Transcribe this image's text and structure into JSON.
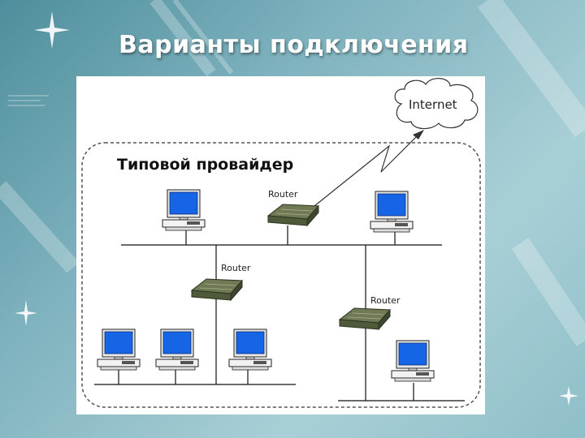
{
  "slide": {
    "title": "Варианты подключения"
  },
  "diagram": {
    "provider_label": "Типовой провайдер",
    "internet_label": "Internet",
    "routers": [
      {
        "label": "Router"
      },
      {
        "label": "Router"
      },
      {
        "label": "Router"
      }
    ],
    "colors": {
      "screen": "#1565e6",
      "router": "#6f7a55",
      "line": "#111111",
      "boundary": "#555555"
    }
  }
}
